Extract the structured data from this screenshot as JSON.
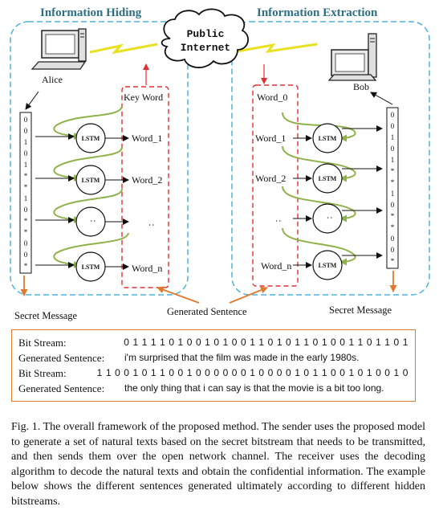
{
  "titles": {
    "left": "Information Hiding",
    "right": "Information Extraction"
  },
  "cloud": {
    "line1": "Public",
    "line2": "Internet"
  },
  "actors": {
    "sender": "Alice",
    "receiver": "Bob"
  },
  "left_words": [
    "Key Word",
    "Word_1",
    "Word_2",
    ":",
    "Word_n"
  ],
  "right_words": [
    "Word_0",
    "Word_1",
    "Word_2",
    ":",
    "Word_n"
  ],
  "lstm_label": "LSTM",
  "ellipsis": ":",
  "bits_column": [
    "0",
    "0",
    "1",
    "0",
    "1",
    "*",
    "*",
    "1",
    "0",
    "*",
    "*",
    "0",
    "0",
    "*"
  ],
  "labels": {
    "secret_left": "Secret Message",
    "generated": "Generated Sentence",
    "secret_right": "Secret Message"
  },
  "example": {
    "rows": [
      {
        "key": "Bit Stream:",
        "value": "0 1 1 1 1 0 1 0 0 1 0 1 0 0 1 1 0 1 0 1 1 0 1 0 0 1 1 0 1 1 0 1"
      },
      {
        "key": "Generated Sentence:",
        "value": "i'm surprised that the film was made in the early 1980s."
      },
      {
        "key": "Bit Stream:",
        "value": "1 1 0 0 1 0 1 1 0 0 1 0 0 0 0 0 0 1 0 0 0 0 1 0 1 1 0 0 1 0 1 0 0 1 0"
      },
      {
        "key": "Generated Sentence:",
        "value": "the only thing that i can say is that the movie is a bit too long."
      }
    ]
  },
  "caption": "Fig. 1.   The overall framework of the proposed method. The sender uses the proposed model to generate a set of natural texts based on the secret bitstream that needs to be transmitted, and then sends them over the open network channel. The receiver uses the decoding algorithm to decode the natural texts and obtain the confidential information. The example below shows the different sentences generated ultimately according to different hidden bitstreams.",
  "colors": {
    "blue_dash": "#4fb3d9",
    "red_dash": "#e03030",
    "green": "#8fb34a",
    "orange": "#e07a2e",
    "lightning": "#e8e020",
    "title": "#2d6f86"
  }
}
